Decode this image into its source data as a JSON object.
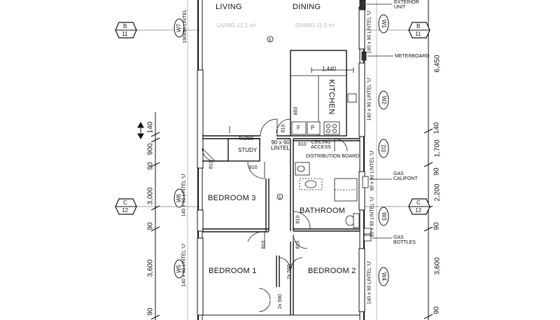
{
  "rooms": {
    "living": "LIVING",
    "dining": "DINING",
    "kitchen": "KITCHEN",
    "study": "STUDY",
    "bedroom1": "BEDROOM 1",
    "bedroom2": "BEDROOM 2",
    "bedroom3": "BEDROOM 3",
    "bathroom": "BATHROOM"
  },
  "faint_text": {
    "left": "LIVING 12.1 m²",
    "right": "DINING 11.0 m²"
  },
  "grid_markers": {
    "b_letter": "B",
    "b_number": "11",
    "c_letter": "C",
    "c_number": "12",
    "walls": [
      "W7",
      "W6",
      "W5",
      "W1",
      "W2",
      "D3",
      "W3",
      "W4"
    ]
  },
  "annotations": {
    "exterior_unit": "EXTERIOR\nUNIT",
    "meterboard": "METERBOARD",
    "gas_califont": "GAS\nCALIFONT",
    "gas_bottles": "GAS\nBOTTLES",
    "ceiling_access": "CEILING\nACCESS",
    "distribution_board": "DISTRIBUTION\nBOARD",
    "lintel_90": "90 x 90\nLINTEL",
    "opening_4x360": "4x360",
    "fridge": "F",
    "pantry": "P",
    "kitchen_width": "1,440",
    "lintel_left_top": "190x90 LINTEL",
    "lintel_left_mid": "140 x 90 LINTEL 'U'",
    "lintel_left_bot": "140 x 90 LINTEL 'U'",
    "lintel_right_1": "140 x 90 LINTEL 'U'",
    "lintel_right_2": "140 x 90 LINTEL 'U'",
    "lintel_right_3": "90 x 90 LINTEL 'U'",
    "lintel_right_4": "90 x 90 LINTEL 'U'",
    "lintel_right_5": "140 x 90 LINTEL 'U'",
    "door_sizes": [
      "810",
      "810",
      "810",
      "810",
      "810",
      "850",
      "810",
      "810"
    ],
    "cupboard_1": "2x 560",
    "cupboard_2": "2x 560"
  },
  "dimensions": {
    "left": [
      "140",
      "900",
      "90",
      "3,000",
      "90",
      "3,600",
      "90"
    ],
    "right": [
      "6,450",
      "140",
      "1,700",
      "90",
      "2,200",
      "90",
      "3,600",
      "90"
    ]
  }
}
